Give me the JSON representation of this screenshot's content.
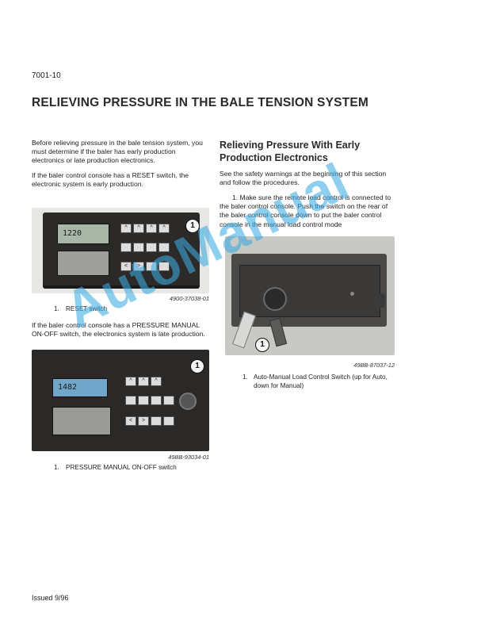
{
  "page": {
    "code": "7001-10",
    "footer": "Issued 9/96"
  },
  "title": "RELIEVING PRESSURE IN THE BALE TENSION SYSTEM",
  "left": {
    "para1": "Before relieving pressure in the bale tension system, you must determine if the baler has early production electronics or late production electronics.",
    "para2": "If the baler control console has a RESET switch, the electronic system is early production.",
    "fig1": {
      "lcd": "1220",
      "callout": "1",
      "number": "4900-37038-01",
      "caption_num": "1.",
      "caption": "RESET switch"
    },
    "para3": "If the baler control console has a PRESSURE MANUAL ON-OFF switch, the electronics system is late production.",
    "fig2": {
      "lcd": "1482",
      "callout": "1",
      "number": "49BB-93034-01",
      "caption_num": "1.",
      "caption": "PRESSURE MANUAL ON-OFF switch"
    }
  },
  "right": {
    "heading": "Relieving Pressure With Early Production Electronics",
    "para1": "See the safety warnings at the beginning of this section and follow the procedures.",
    "step1": "1.   Make sure the remote load control is connected to the baler control console. Push the switch on the rear of the baler control console down to put the baler control console in the manual load control mode",
    "fig3": {
      "callout": "1",
      "number": "49BB-87037-12",
      "caption_num": "1.",
      "caption": "Auto-Manual Load Control Switch (up for Auto, down for Manual)"
    }
  },
  "watermark": "AutoManual"
}
